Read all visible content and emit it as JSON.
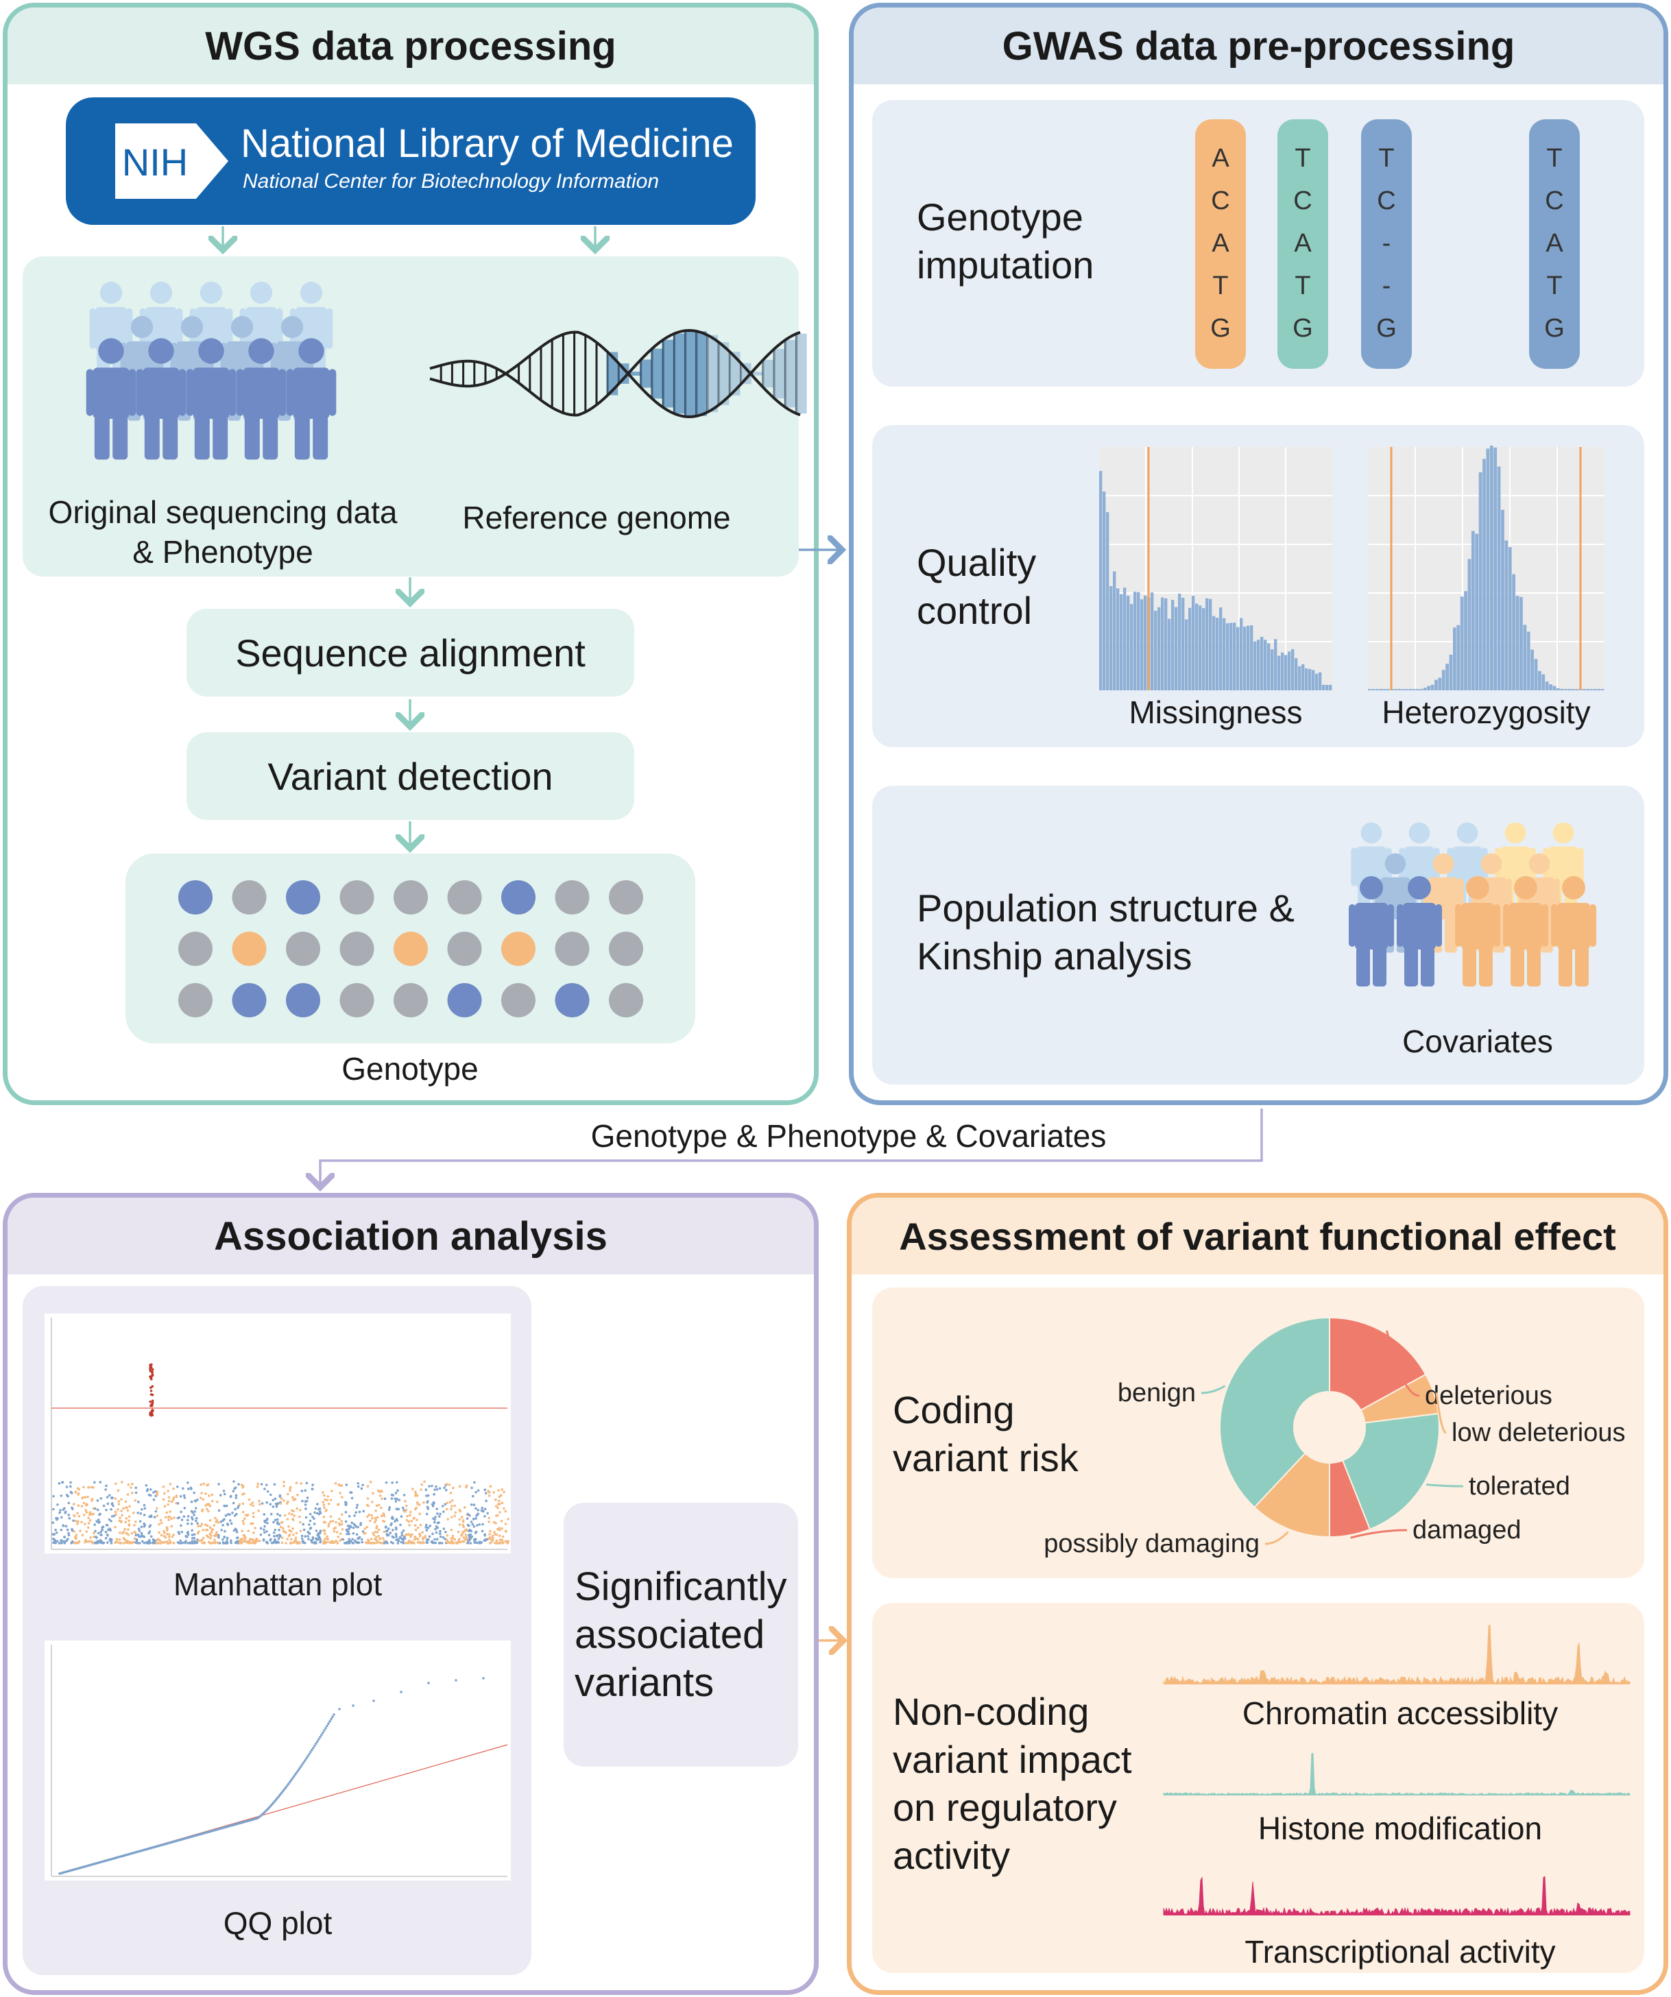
{
  "wgs": {
    "title": "WGS data processing",
    "nih_badge": "NIH",
    "nih_title": "National Library of Medicine",
    "nih_subtitle": "National Center for Biotechnology Information",
    "original_label_1": "Original sequencing data",
    "original_label_2": "& Phenotype",
    "reference_label": "Reference genome",
    "alignment": "Sequence alignment",
    "variant_detection": "Variant detection",
    "genotype_label": "Genotype"
  },
  "gwas": {
    "title": "GWAS data pre-processing",
    "imputation_label_1": "Genotype",
    "imputation_label_2": "imputation",
    "columns": [
      {
        "bases": [
          "A",
          "C",
          "A",
          "T",
          "G"
        ],
        "color": "#f5b97e"
      },
      {
        "bases": [
          "T",
          "C",
          "A",
          "T",
          "G"
        ],
        "color": "#8ecdc0"
      },
      {
        "bases": [
          "T",
          "C",
          "-",
          "-",
          "G"
        ],
        "color": "#7fa3cc"
      },
      {
        "bases": [
          "T",
          "C",
          "A",
          "T",
          "G"
        ],
        "color": "#7fa3cc"
      }
    ],
    "qc_label_1": "Quality",
    "qc_label_2": "control",
    "missingness": "Missingness",
    "heterozygosity": "Heterozygosity",
    "pop_label_1": "Population structure &",
    "pop_label_2": "Kinship analysis",
    "covariates": "Covariates"
  },
  "connector_label": "Genotype & Phenotype & Covariates",
  "assoc": {
    "title": "Association analysis",
    "manhattan": "Manhattan plot",
    "qq": "QQ plot",
    "sig_1": "Significantly",
    "sig_2": "associated",
    "sig_3": "variants"
  },
  "effect": {
    "title": "Assessment of variant functional effect",
    "coding_1": "Coding",
    "coding_2": "variant risk",
    "pie": {
      "labels": [
        "deleterious",
        "low deleterious",
        "tolerated",
        "damaged",
        "possibly damaging",
        "benign"
      ],
      "values": [
        17,
        6,
        21,
        6,
        12,
        38
      ],
      "colors": [
        "#ee7b6b",
        "#f5b97e",
        "#8ecdc0",
        "#ee7b6b",
        "#f5b97e",
        "#8ecdc0"
      ]
    },
    "noncoding_1": "Non-coding",
    "noncoding_2": "variant impact",
    "noncoding_3": "on regulatory",
    "noncoding_4": "activity",
    "tracks": [
      "Chromatin accessiblity",
      "Histone modification",
      "Transcriptional activity"
    ]
  },
  "colors": {
    "teal": "#8ecdc0",
    "blue": "#7fa3cc",
    "purple": "#b6acd6",
    "orange": "#f5b97e",
    "nih_blue": "#1463ad",
    "dot_gray": "#a9acb3",
    "dot_blue": "#6f8ac4",
    "dot_orange": "#f5b97e"
  }
}
